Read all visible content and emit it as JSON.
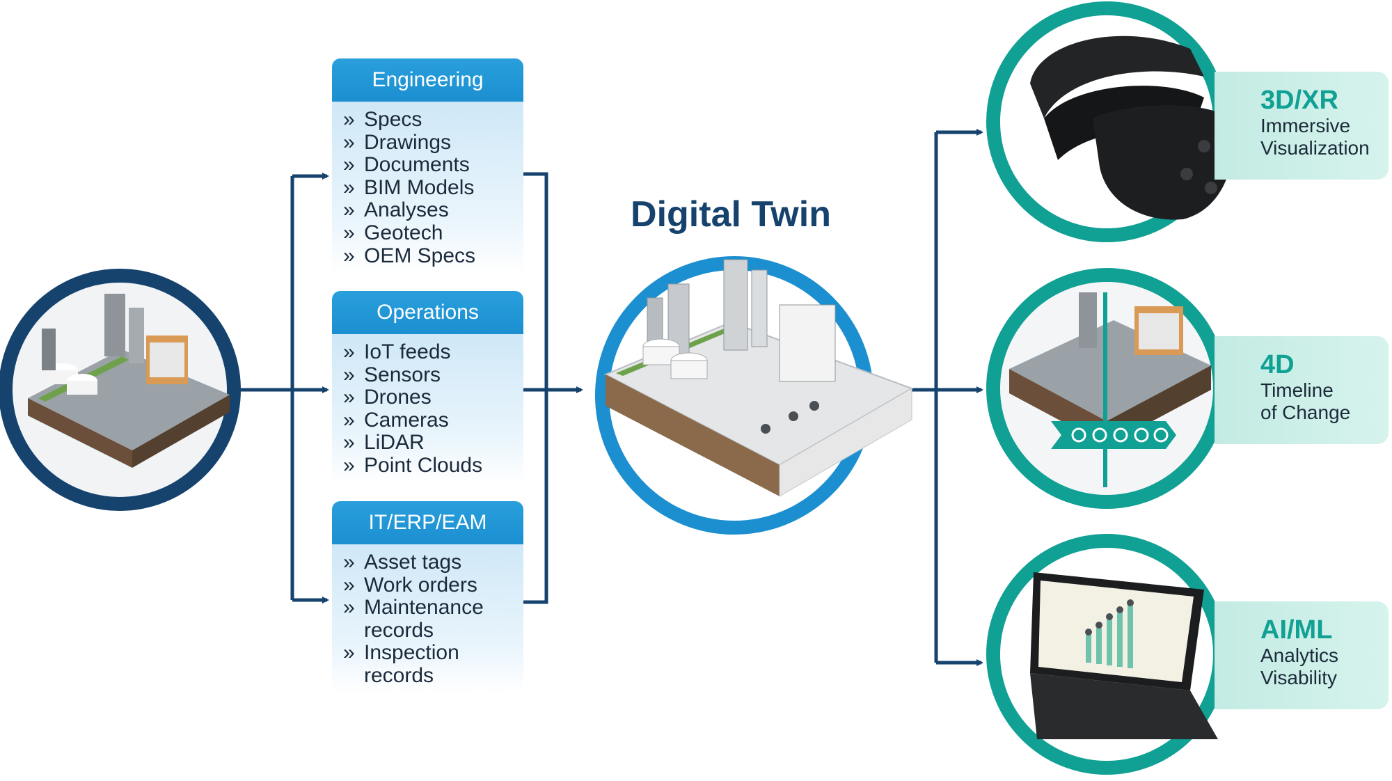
{
  "diagram": {
    "center_title": "Digital Twin",
    "input_cards": [
      {
        "title": "Engineering",
        "items": [
          "Specs",
          "Drawings",
          "Documents",
          "BIM Models",
          "Analyses",
          "Geotech",
          "OEM Specs"
        ]
      },
      {
        "title": "Operations",
        "items": [
          "IoT feeds",
          "Sensors",
          "Drones",
          "Cameras",
          "LiDAR",
          "Point Clouds"
        ]
      },
      {
        "title": "IT/ERP/EAM",
        "items": [
          "Asset tags",
          "Work orders",
          "Maintenance records",
          "Inspection records"
        ]
      }
    ],
    "bullet_glyph": "»",
    "outputs": [
      {
        "head": "3D/XR",
        "line1": "Immersive",
        "line2": "Visualization",
        "icon": "vr-headset-icon"
      },
      {
        "head": "4D",
        "line1": "Timeline",
        "line2": "of Change",
        "icon": "timeline-icon"
      },
      {
        "head": "AI/ML",
        "line1": "Analytics",
        "line2": "Visability",
        "icon": "laptop-analytics-icon"
      }
    ],
    "colors": {
      "navy": "#16426e",
      "blue": "#1b8fd0",
      "teal": "#10a094",
      "teal_light": "#c3ebe3",
      "card_light": "#cfe8f7"
    }
  }
}
